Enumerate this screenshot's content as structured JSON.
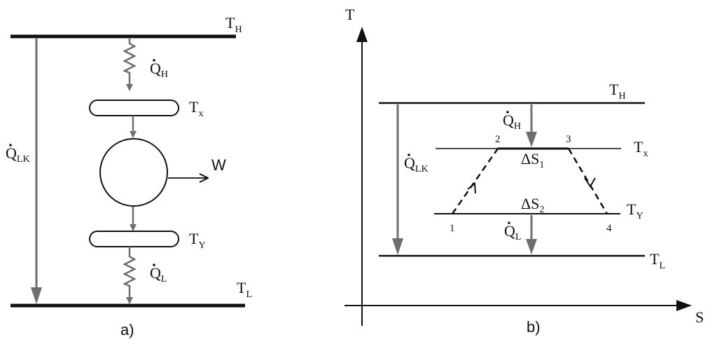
{
  "panel_a": {
    "caption": "a)",
    "hot_reservoir": {
      "main": "T",
      "sub": "H"
    },
    "cold_reservoir": {
      "main": "T",
      "sub": "L"
    },
    "heat_in": {
      "main": "Q",
      "sub": "H"
    },
    "heat_out": {
      "main": "Q",
      "sub": "L"
    },
    "heat_leak": {
      "main": "Q",
      "sub": "LK"
    },
    "exchanger_x": {
      "main": "T",
      "sub": "x"
    },
    "exchanger_y": {
      "main": "T",
      "sub": "Y"
    },
    "work": "W"
  },
  "panel_b": {
    "caption": "b)",
    "y_axis": "T",
    "x_axis": "S",
    "level_h": {
      "main": "T",
      "sub": "H"
    },
    "level_x": {
      "main": "T",
      "sub": "x"
    },
    "level_y": {
      "main": "T",
      "sub": "Y"
    },
    "level_l": {
      "main": "T",
      "sub": "L"
    },
    "heat_in": {
      "main": "Q",
      "sub": "H"
    },
    "heat_out": {
      "main": "Q",
      "sub": "L"
    },
    "heat_leak": {
      "main": "Q",
      "sub": "LK"
    },
    "entropy_top": {
      "main": "ΔS",
      "sub": "1"
    },
    "entropy_bottom": {
      "main": "ΔS",
      "sub": "2"
    },
    "state_points": [
      "1",
      "2",
      "3",
      "4"
    ]
  },
  "colors": {
    "line": "#111111",
    "flow": "#6e6e6e"
  }
}
